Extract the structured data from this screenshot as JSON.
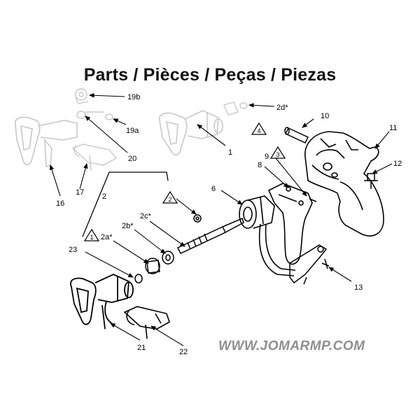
{
  "title": "Parts / Pièces / Peças / Piezas",
  "watermark": "WWW.JOMARMP.COM",
  "callouts": {
    "c19b": "19b",
    "c2d": "2d*",
    "c10": "10",
    "c11": "11",
    "c19a": "19a",
    "c20": "20",
    "c1": "1",
    "c9": "9",
    "c8": "8",
    "c12": "12",
    "c16": "16",
    "c17": "17",
    "c2": "2",
    "c6": "6",
    "c2c": "2c*",
    "c2b": "2b*",
    "c2a": "2a*",
    "c23": "23",
    "c13": "13",
    "c21": "21",
    "c22": "22"
  },
  "warnings": {
    "w4": "4",
    "w3": "3",
    "w2": "2",
    "w1": "1"
  }
}
